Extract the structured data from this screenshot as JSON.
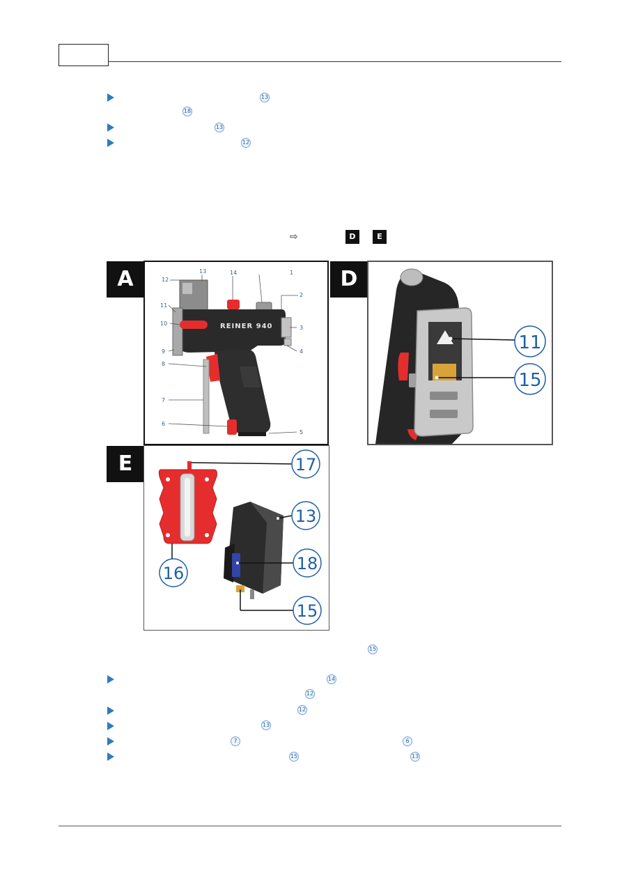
{
  "header": {
    "page_box": ""
  },
  "steps_top": [
    {
      "refs": [
        "13",
        "18"
      ]
    },
    {
      "refs": [
        "13"
      ]
    },
    {
      "refs": [
        "12"
      ]
    }
  ],
  "reference_line": {
    "arrow": "⇨",
    "boxes": [
      "D",
      "E"
    ]
  },
  "figure_a": {
    "letter": "A",
    "brand": "REINER 940",
    "labels": [
      "1",
      "2",
      "3",
      "4",
      "5",
      "6",
      "7",
      "8",
      "9",
      "10",
      "11",
      "12",
      "13",
      "14"
    ]
  },
  "figure_d": {
    "letter": "D",
    "callouts": [
      "11",
      "15"
    ]
  },
  "figure_e": {
    "letter": "E",
    "callouts": [
      "17",
      "13",
      "18",
      "16",
      "15"
    ]
  },
  "mid_ref": "15",
  "steps_bottom": [
    {
      "refs": [
        "14",
        "12"
      ]
    },
    {
      "refs": [
        "12"
      ]
    },
    {
      "refs": [
        "13"
      ]
    },
    {
      "refs": [
        "7",
        "6"
      ]
    },
    {
      "refs": [
        "15",
        "13"
      ]
    }
  ],
  "colors": {
    "bullet": "#2f7bc0",
    "accent_red": "#e52d2d",
    "body_dark": "#2a2a2a",
    "callout_blue": "#1f5fa8"
  }
}
